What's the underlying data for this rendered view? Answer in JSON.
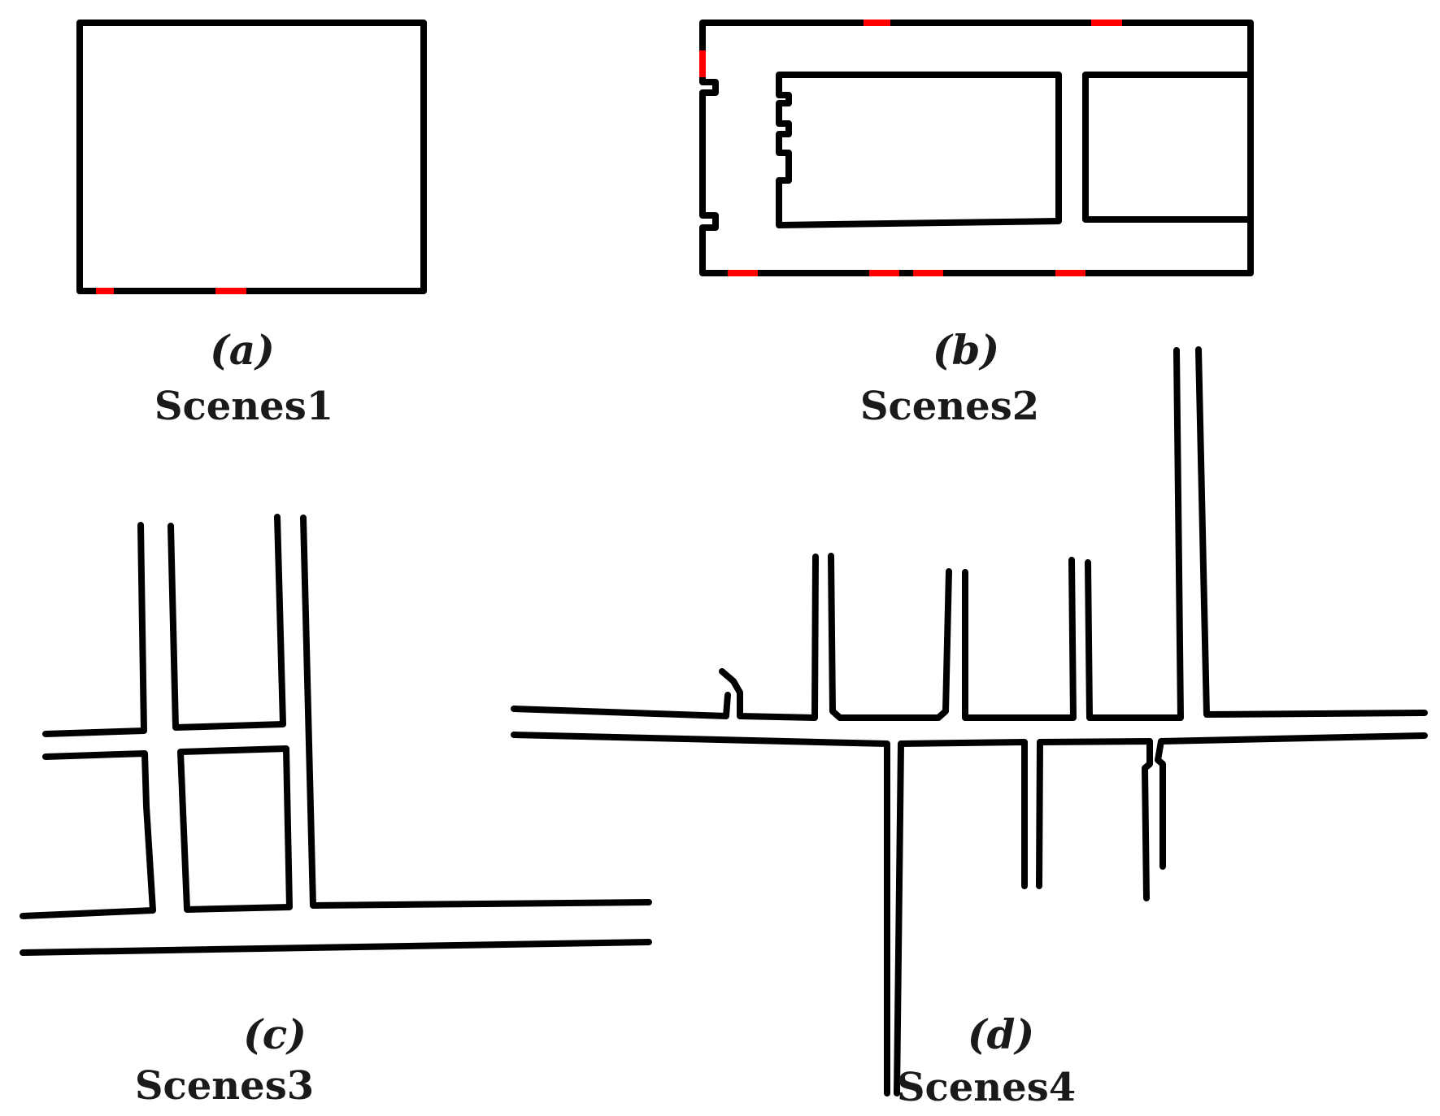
{
  "colors": {
    "wall": "#000000",
    "door": "#ff0000",
    "text": "#1a1a1a"
  },
  "panels": [
    {
      "id": "a",
      "letter": "(a)",
      "title": "Scenes1"
    },
    {
      "id": "b",
      "letter": "(b)",
      "title": "Scenes2"
    },
    {
      "id": "c",
      "letter": "(c)",
      "title": "Scenes3"
    },
    {
      "id": "d",
      "letter": "(d)",
      "title": "Scenes4"
    }
  ]
}
